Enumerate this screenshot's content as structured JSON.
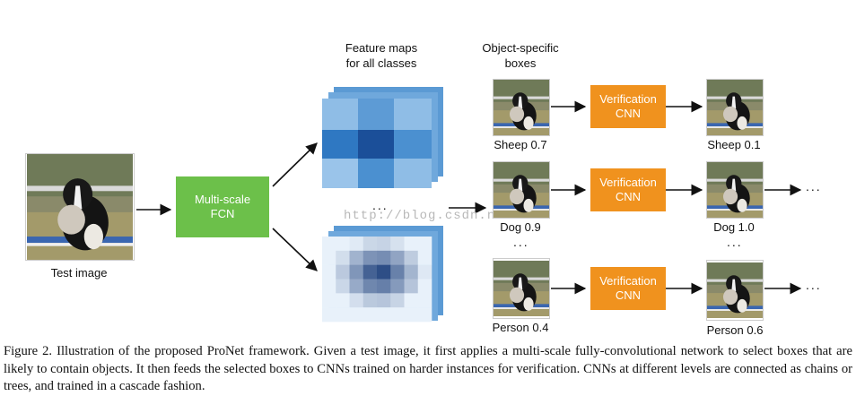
{
  "figure": {
    "test_image_label": "Test image",
    "fcn_label_line1": "Multi-scale",
    "fcn_label_line2": "FCN",
    "feature_maps_title_line1": "Feature maps",
    "feature_maps_title_line2": "for all classes",
    "boxes_title_line1": "Object-specific",
    "boxes_title_line2": "boxes",
    "verification_line1": "Verification",
    "verification_line2": "CNN",
    "rows": [
      {
        "input_label": "Sheep 0.7",
        "output_label": "Sheep 0.1",
        "continues": false
      },
      {
        "input_label": "Dog 0.9",
        "output_label": "Dog 1.0",
        "continues": true
      },
      {
        "input_label": "Person 0.4",
        "output_label": "Person 0.6",
        "continues": true
      }
    ],
    "ellipsis": "...",
    "watermark": "http://blog.csdn.net/",
    "colors": {
      "fcn": "#6cc04a",
      "verification": "#f0921e",
      "heatmap_dark": "#1b3d7a",
      "heatmap_light": "#e8f1fa"
    }
  },
  "caption": "Figure 2. Illustration of the proposed ProNet framework. Given a test image, it first applies a multi-scale fully-convolutional network to select boxes that are likely to contain objects. It then feeds the selected boxes to CNNs trained on harder instances for verification. CNNs at different levels are connected as chains or trees, and trained in a cascade fashion."
}
